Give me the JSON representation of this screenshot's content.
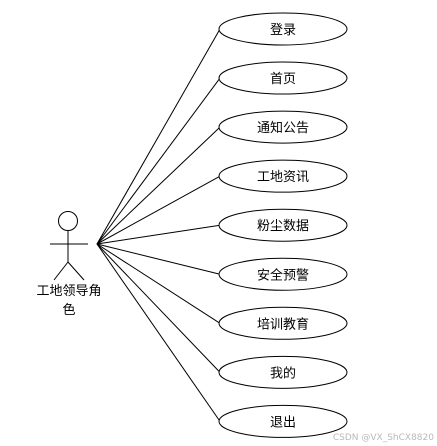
{
  "actor": {
    "name_line1": "工地领导角",
    "name_line2": "色"
  },
  "use_cases": [
    {
      "id": "login",
      "label": "登录"
    },
    {
      "id": "home",
      "label": "首页"
    },
    {
      "id": "notice",
      "label": "通知公告"
    },
    {
      "id": "site-news",
      "label": "工地资讯"
    },
    {
      "id": "dust-data",
      "label": "粉尘数据"
    },
    {
      "id": "safety-warning",
      "label": "安全预警"
    },
    {
      "id": "training",
      "label": "培训教育"
    },
    {
      "id": "mine",
      "label": "我的"
    },
    {
      "id": "logout",
      "label": "退出"
    }
  ],
  "watermark": "CSDN @VX_ShCX8820",
  "colors": {
    "line": "#000000",
    "ellipse_border": "#000000",
    "ellipse_fill": "#ffffff",
    "watermark": "#b9b9b9"
  }
}
